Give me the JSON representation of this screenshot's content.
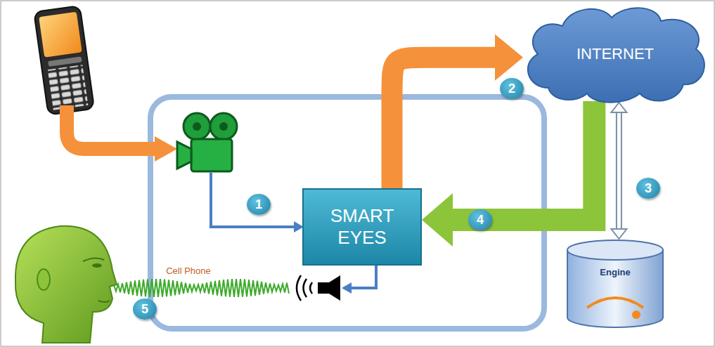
{
  "diagram": {
    "nodes": [
      {
        "text": [
          "INTERNET"
        ]
      },
      {
        "text": [
          "SMART EYES"
        ]
      },
      {
        "text": [
          "Engine"
        ]
      }
    ],
    "edges": [
      {
        "from": 1,
        "to": 0,
        "arrow": "to"
      },
      {
        "from": 0,
        "to": 1,
        "arrow": "to"
      },
      {
        "from": 0,
        "to": 2,
        "arrow": "both"
      }
    ],
    "labels": [
      "1",
      "2",
      "3",
      "4",
      "5",
      "Cell Phone"
    ]
  }
}
